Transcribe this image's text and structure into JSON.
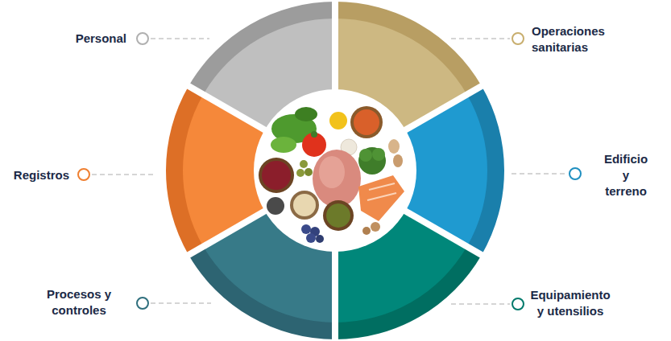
{
  "diagram": {
    "labels": [
      "Personal",
      "Operaciones sanitarias",
      "Registros",
      "Edificio y terreno",
      "Procesos y controles",
      "Equipamiento y utensilios"
    ]
  }
}
